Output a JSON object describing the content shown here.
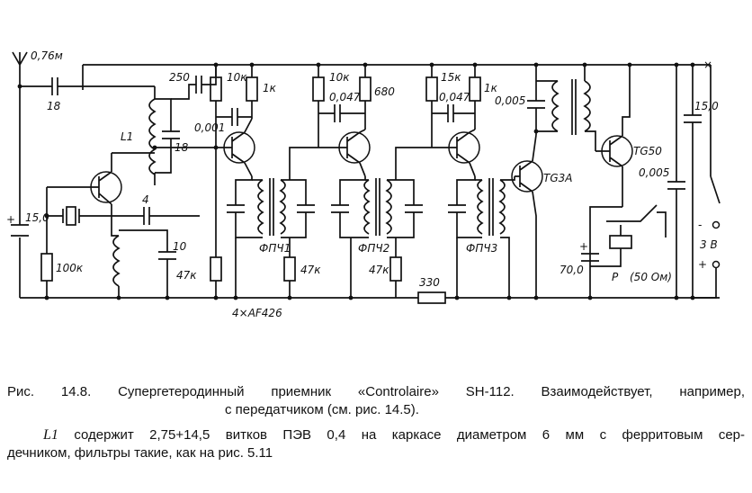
{
  "diagram": {
    "title_line1": "Рис. 14.8. Супергетеродинный приемник «Controlaire» SH-112. Взаимодействует, например,",
    "title_line2": "с передатчиком (см. рис. 14.5).",
    "note_label": "L1",
    "note_line1": " содержит 2,75+14,5 витков ПЭВ 0,4 на каркасе диаметром 6 мм с ферритовым сер-",
    "note_line2": "дечником, фильтры такие, как на рис. 5.11",
    "labels": {
      "antenna": "0,76м",
      "c_ant": "18",
      "c_250": "250",
      "l1": "L1",
      "c_l1": "18",
      "c_001": "0,001",
      "c_4": "4",
      "c_15": "15,0",
      "plus_left": "+",
      "r_100k": "100к",
      "c_10": "10",
      "r_47k_1": "47к",
      "transistors": "4×AF426",
      "r_10k_1": "10к",
      "r_1k_1": "1к",
      "fpch1": "ФПЧ1",
      "r_47k_2": "47к",
      "r_10k_2": "10к",
      "c_047_1": "0,047",
      "r_680": "680",
      "fpch2": "ФПЧ2",
      "r_47k_3": "47к",
      "r_330": "330",
      "r_15k": "15к",
      "c_047_2": "0,047",
      "r_1k_2": "1к",
      "fpch3": "ФПЧ3",
      "tg3a": "TG3A",
      "c_005_1": "0,005",
      "tg50": "TG50",
      "c_005_2": "0,005",
      "c_15_right": "15,0",
      "c_70": "70,0",
      "plus_70": "+",
      "relay": "Р",
      "relay_res": "(50 Ом)",
      "battery": "3 В",
      "batt_minus": "-",
      "batt_plus": "+",
      "cross": "×"
    }
  }
}
